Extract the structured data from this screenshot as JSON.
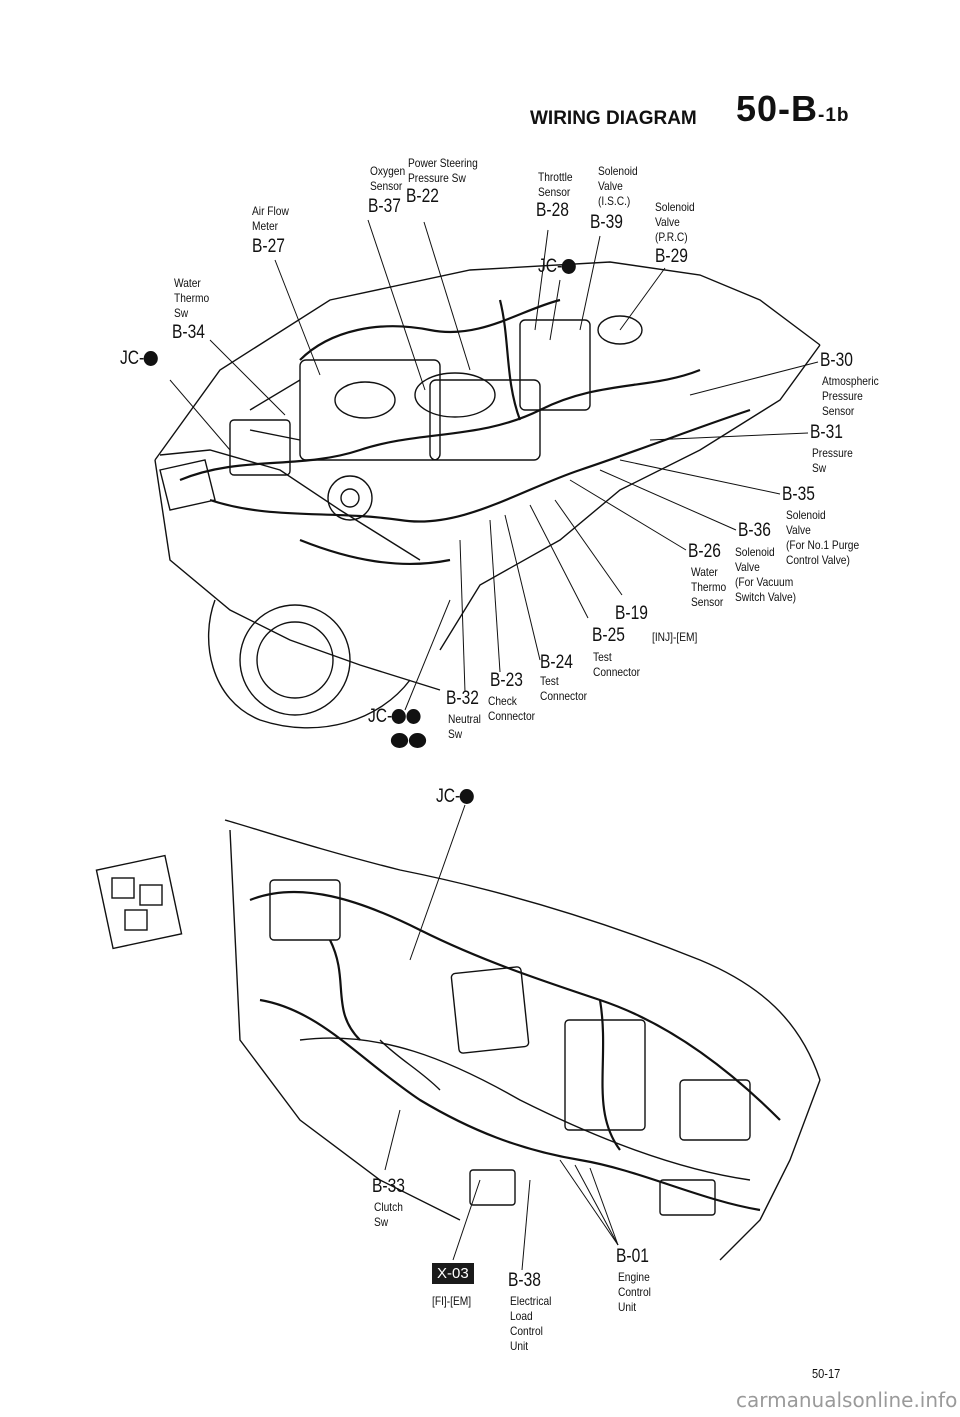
{
  "header": {
    "title": "WIRING DIAGRAM",
    "section": "50-B",
    "suffix": "-1b"
  },
  "engine_labels": {
    "oxygen": {
      "name": "Oxygen\nSensor",
      "code": "B-37"
    },
    "power_steering": {
      "name": "Power Steering\nPressure Sw",
      "code": "B-22"
    },
    "throttle": {
      "name": "Throttle\nSensor",
      "code": "B-28"
    },
    "solenoid_isc": {
      "name": "Solenoid\nValve\n(I.S.C.)",
      "code": "B-39"
    },
    "solenoid_prc": {
      "name": "Solenoid\nValve\n(P.R.C)",
      "code": "B-29"
    },
    "air_flow": {
      "name": "Air Flow\nMeter",
      "code": "B-27"
    },
    "water_thermo_sw": {
      "name": "Water\nThermo\nSw",
      "code": "B-34"
    },
    "jc_left": "JC-",
    "jc_center": "JC-",
    "atmospheric": {
      "code": "B-30",
      "name": "Atmospheric\nPressure\nSensor"
    },
    "pressure_sw": {
      "code": "B-31",
      "name": "Pressure\nSw"
    },
    "solenoid_35": {
      "code": "B-35",
      "name": "Solenoid\nValve\n(For No.1 Purge\nControl Valve)"
    },
    "b36": {
      "code": "B-36",
      "name": "Solenoid\nValve\n(For Vacuum\nSwitch Valve)"
    },
    "b26": {
      "code": "B-26",
      "name": "Water\nThermo\nSensor"
    },
    "b19": {
      "code": "B-19"
    },
    "b25": {
      "code": "B-25",
      "name": "[INJ]-[EM]"
    },
    "b24": {
      "code": "B-24",
      "name": "Test\nConnector"
    },
    "b23": {
      "code": "B-23",
      "name": "Test\nConnector"
    },
    "b32": {
      "code": "B-32",
      "name": "Neutral\nSw"
    },
    "check": {
      "name": "Check\nConnector"
    },
    "jc_bottom": "JC-"
  },
  "dash_labels": {
    "jc_top": "JC-",
    "b33": {
      "code": "B-33",
      "name": "Clutch\nSw"
    },
    "x03": {
      "code": "X-03",
      "name": "[FI]-[EM]"
    },
    "b38": {
      "code": "B-38",
      "name": "Electrical\nLoad\nControl\nUnit"
    },
    "b01": {
      "code": "B-01",
      "name": "Engine\nControl\nUnit"
    }
  },
  "page_number": "50-17",
  "watermark": "carmanualsonline.info"
}
